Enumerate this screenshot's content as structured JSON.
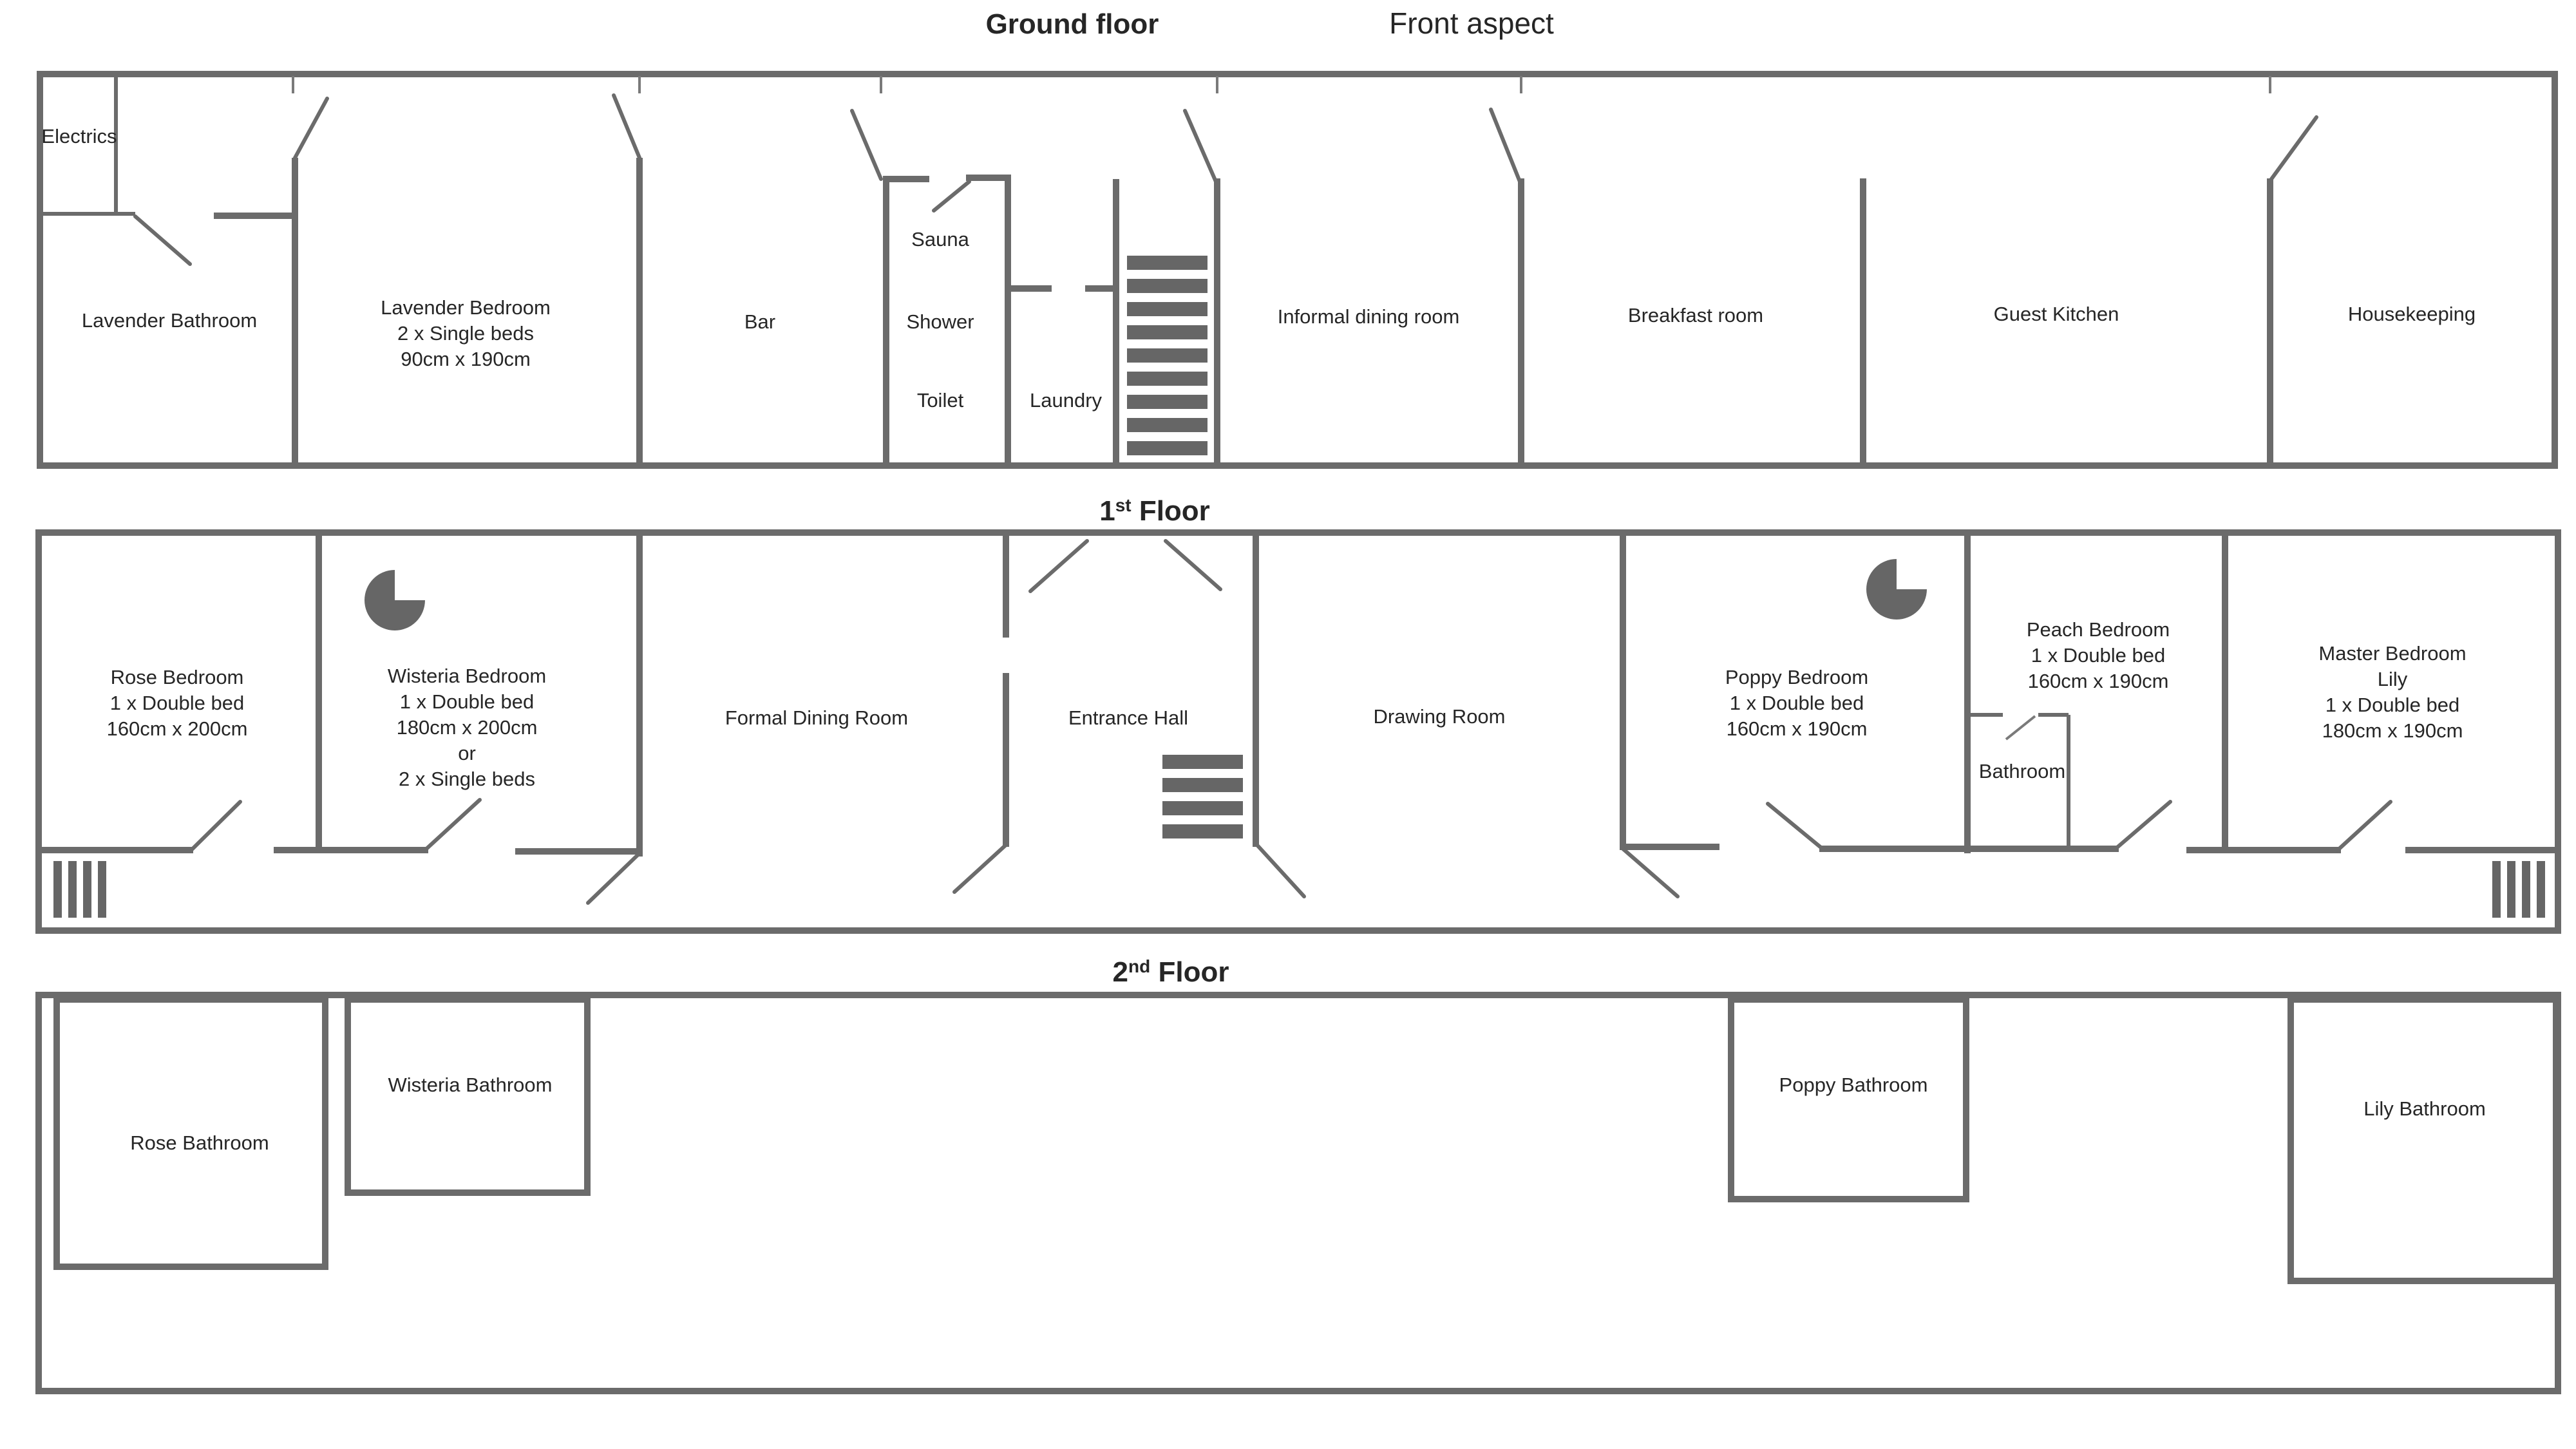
{
  "titles": {
    "ground": "Ground floor",
    "front_aspect": "Front aspect",
    "first_main": "1",
    "first_sup": "st",
    "first_rest": " Floor",
    "second_main": "2",
    "second_sup": "nd",
    "second_rest": " Floor"
  },
  "ground_floor": {
    "electrics": "Electrics",
    "lavender_bathroom": "Lavender Bathroom",
    "lavender_bedroom": [
      "Lavender Bedroom",
      "2 x Single beds",
      "90cm x 190cm"
    ],
    "bar": "Bar",
    "sauna": "Sauna",
    "shower": "Shower",
    "toilet": "Toilet",
    "laundry": "Laundry",
    "informal_dining": "Informal dining room",
    "breakfast_room": "Breakfast room",
    "guest_kitchen": "Guest Kitchen",
    "housekeeping": "Housekeeping"
  },
  "first_floor": {
    "rose_bedroom": [
      "Rose Bedroom",
      "1 x Double bed",
      "160cm x 200cm"
    ],
    "wisteria_bedroom": [
      "Wisteria Bedroom",
      "1 x Double bed",
      "180cm x 200cm",
      "or",
      "2 x Single beds"
    ],
    "formal_dining": "Formal Dining Room",
    "entrance_hall": "Entrance Hall",
    "drawing_room": "Drawing Room",
    "poppy_bedroom": [
      "Poppy Bedroom",
      "1 x Double bed",
      "160cm x 190cm"
    ],
    "peach_bedroom": [
      "Peach Bedroom",
      "1 x Double bed",
      "160cm x 190cm"
    ],
    "bathroom": "Bathroom",
    "master_bedroom": [
      "Master Bedroom",
      "Lily",
      "1 x Double bed",
      "180cm x 190cm"
    ]
  },
  "second_floor": {
    "rose_bathroom": "Rose Bathroom",
    "wisteria_bathroom": "Wisteria Bathroom",
    "poppy_bathroom": "Poppy Bathroom",
    "lily_bathroom": "Lily Bathroom"
  },
  "colors": {
    "wall": "#6b6b6b",
    "text": "#262626"
  }
}
